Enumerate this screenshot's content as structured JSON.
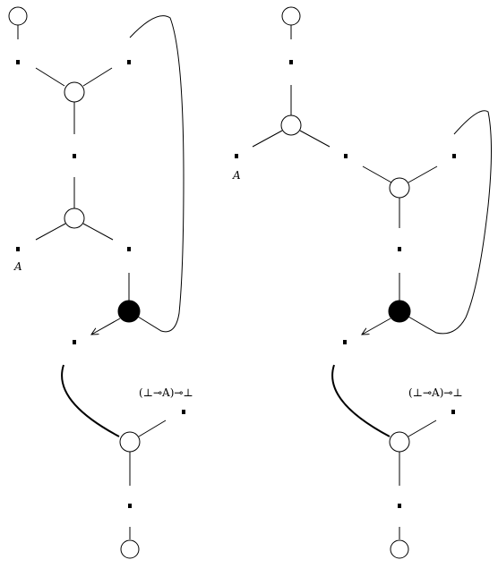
{
  "labels": {
    "left_a": "A",
    "right_a": "A",
    "left_formula": "(⊥⊸A)⊸⊥",
    "right_formula": "(⊥⊸A)⊸⊥"
  },
  "colors": {
    "line": "#000000",
    "node_fill": "#ffffff",
    "filled_node": "#000000"
  }
}
